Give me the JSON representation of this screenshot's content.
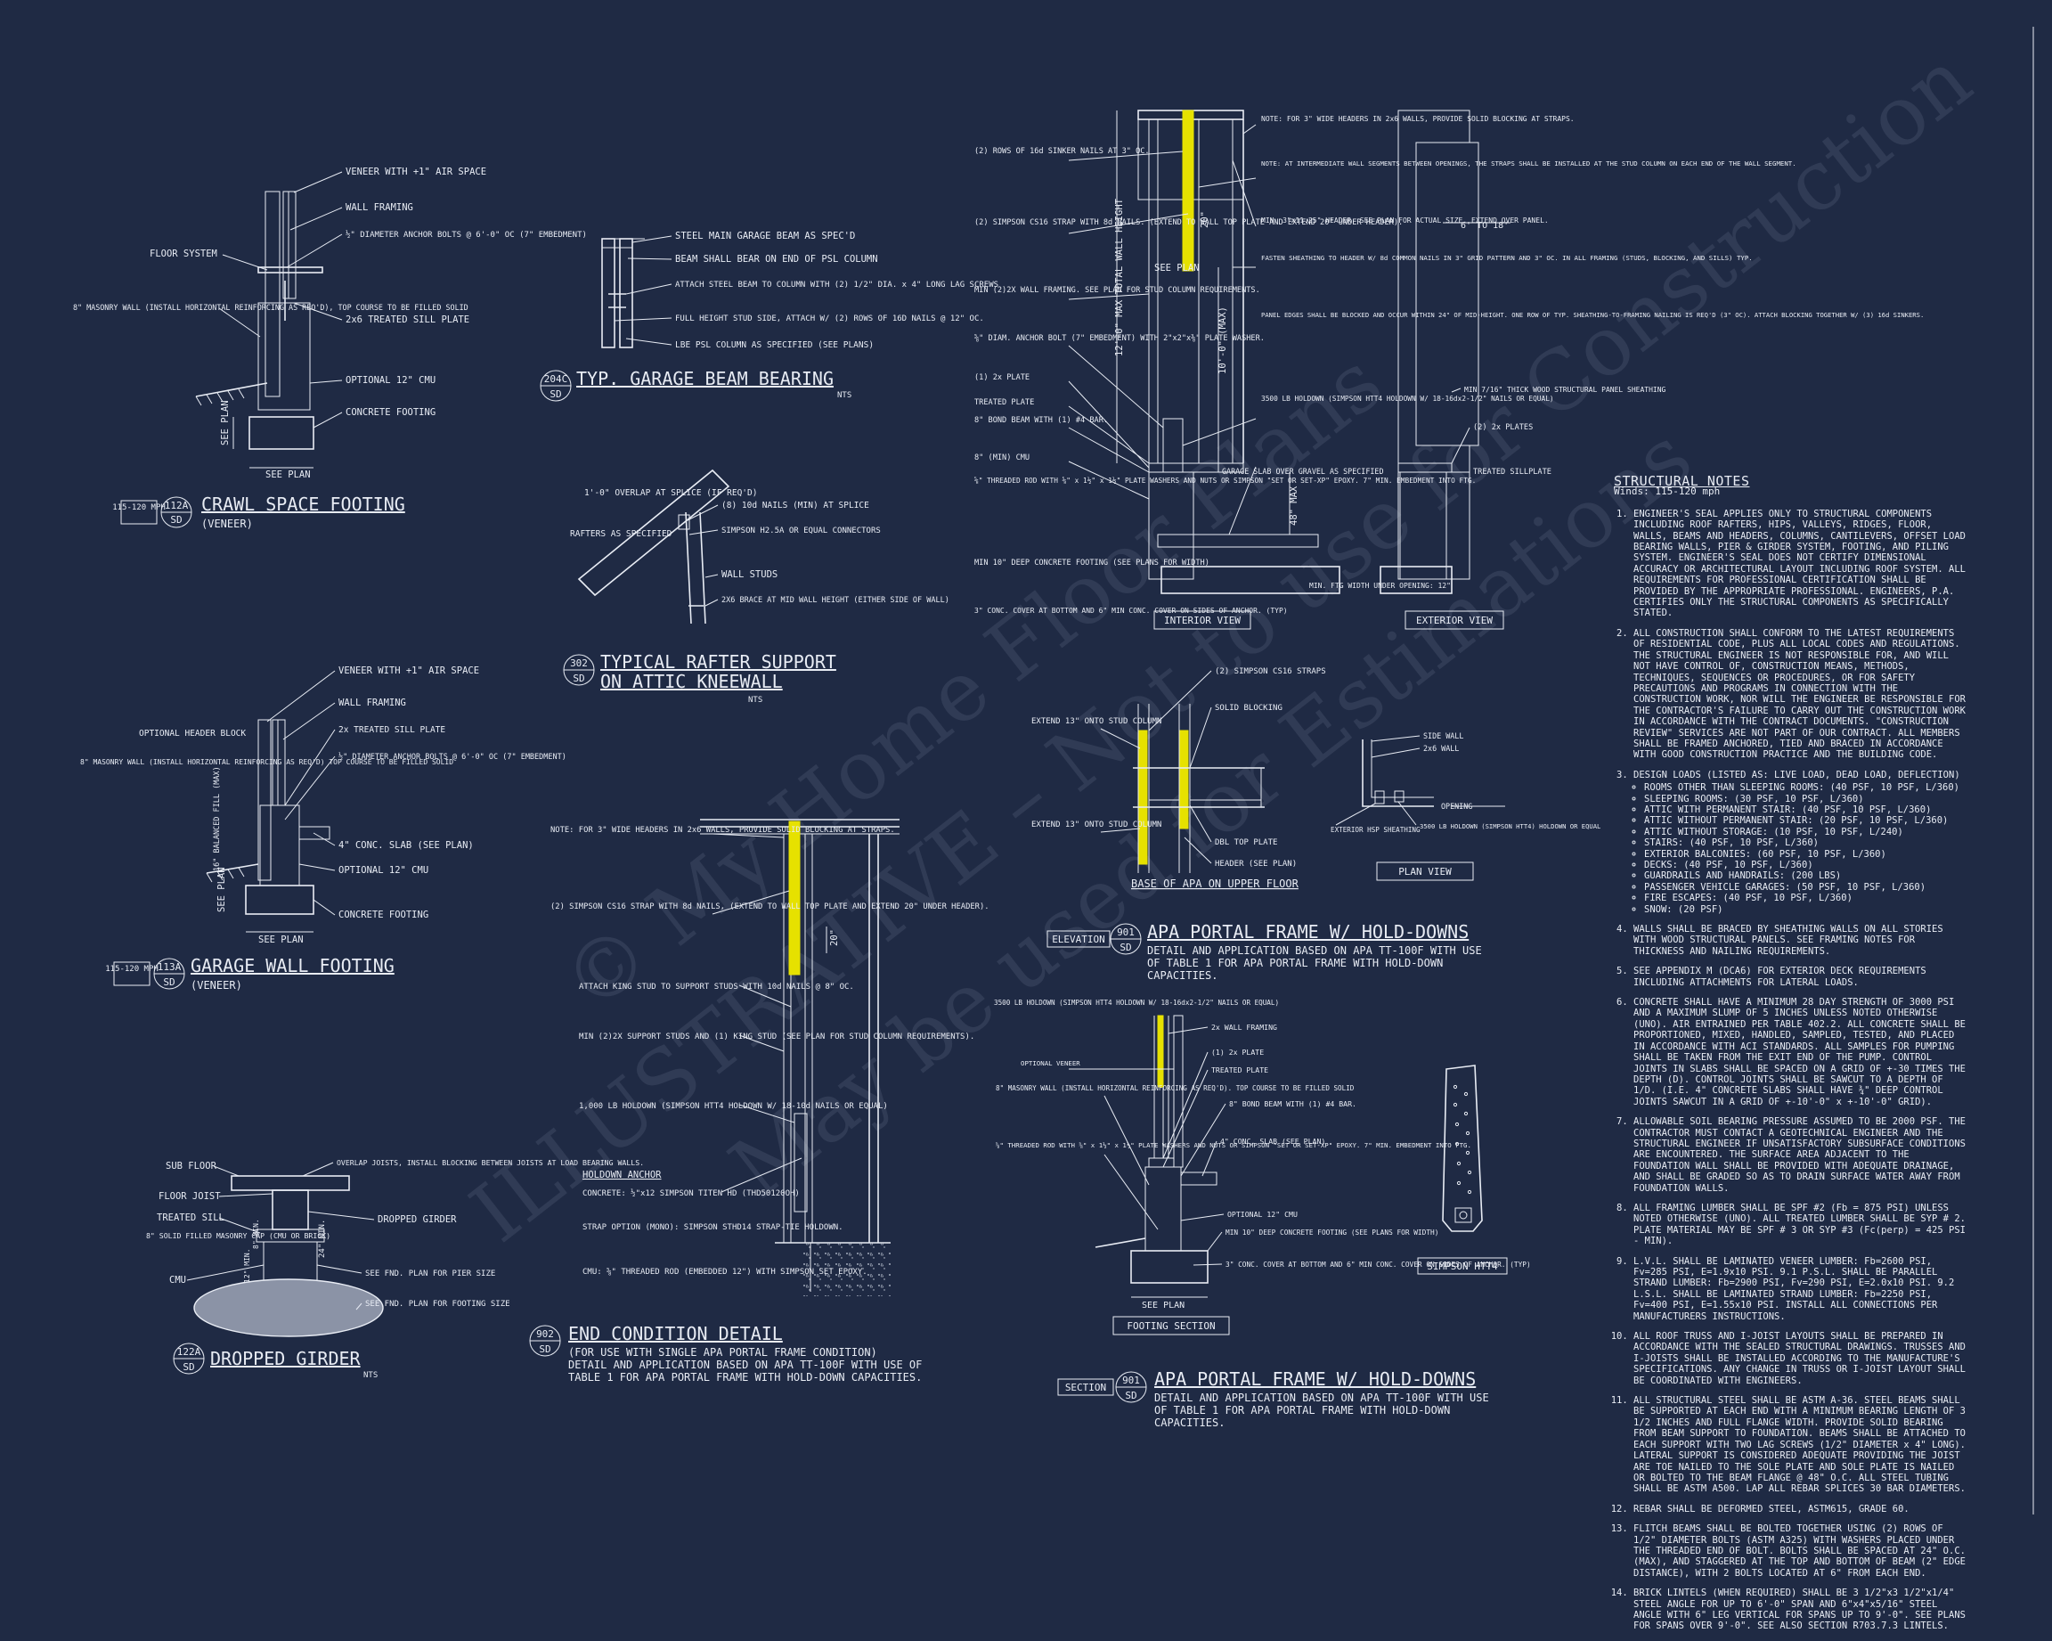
{
  "watermark": {
    "line1": "© My Home Floor Plans",
    "line2": "ILLUSTRATIVE – Not to use for Construction",
    "line3": "May be used for Estimations"
  },
  "crawl_space": {
    "title": "CRAWL SPACE FOOTING",
    "subtitle": "(VENEER)",
    "wind_tag": "115-120 MPH",
    "tag_num": "112A",
    "tag_sheet": "SD",
    "labels": [
      "VENEER WITH +1\" AIR SPACE",
      "WALL FRAMING",
      "½\" DIAMETER ANCHOR BOLTS @ 6'-0\" OC (7\" EMBEDMENT)",
      "FLOOR SYSTEM",
      "2x6 TREATED SILL PLATE",
      "8\" MASONRY WALL (INSTALL HORIZONTAL REINFORCING AS REQ'D), TOP COURSE TO BE FILLED SOLID",
      "OPTIONAL 12\" CMU",
      "CONCRETE FOOTING",
      "SEE PLAN",
      "SEE PLAN"
    ]
  },
  "garage_beam": {
    "title": "TYP. GARAGE BEAM BEARING",
    "nts": "NTS",
    "tag_num": "204C",
    "tag_sheet": "SD",
    "labels": [
      "STEEL MAIN GARAGE BEAM AS SPEC'D",
      "BEAM SHALL BEAR ON END OF PSL COLUMN",
      "ATTACH STEEL BEAM TO COLUMN WITH (2) 1/2\" DIA. x 4\" LONG LAG SCREWS",
      "FULL HEIGHT STUD SIDE, ATTACH W/ (2) ROWS OF 16D NAILS @ 12\" OC.",
      "LBE PSL COLUMN AS SPECIFIED (SEE PLANS)"
    ]
  },
  "rafter": {
    "title1": "TYPICAL RAFTER SUPPORT",
    "title2": "ON ATTIC KNEEWALL",
    "nts": "NTS",
    "tag_num": "302",
    "tag_sheet": "SD",
    "labels": [
      "1'-0\" OVERLAP AT SPLICE (IF REQ'D)",
      "RAFTERS AS SPECIFIED",
      "(8) 10d NAILS (MIN) AT SPLICE",
      "SIMPSON H2.5A OR EQUAL CONNECTORS",
      "WALL STUDS",
      "2X6 BRACE AT MID WALL HEIGHT (EITHER SIDE OF WALL)"
    ]
  },
  "garage_wall": {
    "title": "GARAGE WALL FOOTING",
    "subtitle": "(VENEER)",
    "wind_tag": "115-120 MPH",
    "tag_num": "113A",
    "tag_sheet": "SD",
    "labels": [
      "VENEER WITH +1\" AIR SPACE",
      "WALL FRAMING",
      "OPTIONAL HEADER BLOCK",
      "2x TREATED SILL PLATE",
      "8\" MASONRY WALL (INSTALL HORIZONTAL REINFORCING AS REQ'D) TOP COURSE TO BE FILLED SOLID",
      "½\" DIAMETER ANCHOR BOLTS @ 6'-0\" OC (7\" EMBEDMENT)",
      "4\" CONC. SLAB (SEE PLAN)",
      "OPTIONAL 12\" CMU",
      "CONCRETE FOOTING",
      "SEE PLAN",
      "16\" BALANCED FILL (MAX)",
      "SEE PLAN"
    ]
  },
  "girder": {
    "title": "DROPPED GIRDER",
    "nts": "NTS",
    "tag_num": "122A",
    "tag_sheet": "SD",
    "labels": [
      "SUB FLOOR",
      "OVERLAP JOISTS, INSTALL BLOCKING BETWEEN JOISTS AT LOAD BEARING WALLS.",
      "FLOOR JOIST",
      "TREATED SILL",
      "DROPPED GIRDER",
      "8\" SOLID FILLED MASONRY CAP (CMU OR BRICK)",
      "CMU",
      "SEE FND. PLAN FOR PIER SIZE",
      "SEE FND. PLAN FOR FOOTING SIZE",
      "24\" MIN.",
      "8\" MIN.",
      "12\" MIN."
    ]
  },
  "end_condition": {
    "title": "END CONDITION DETAIL",
    "desc": [
      "(FOR USE WITH SINGLE APA PORTAL FRAME CONDITION)",
      "DETAIL AND APPLICATION BASED ON APA TT-100F WITH USE OF",
      "TABLE 1 FOR APA PORTAL FRAME WITH HOLD-DOWN CAPACITIES."
    ],
    "tag_num": "902",
    "tag_sheet": "SD",
    "labels": [
      "NOTE: FOR 3\" WIDE HEADERS IN 2x6 WALLS, PROVIDE SOLID BLOCKING AT STRAPS.",
      "(2) SIMPSON CS16 STRAP WITH 8d NAILS, (EXTEND TO WALL TOP PLATE AND EXTEND 20\" UNDER HEADER).",
      "ATTACH KING STUD TO SUPPORT STUDS WITH 10d NAILS @ 8\" OC.",
      "MIN (2)2X SUPPORT STUDS AND (1) KING STUD (SEE PLAN FOR STUD COLUMN REQUIREMENTS).",
      "1,000 LB HOLDOWN (SIMPSON HTT4 HOLDOWN W/ 18-10d NAILS OR EQUAL)",
      "HOLDOWN ANCHOR",
      "CONCRETE: ½\"x12 SIMPSON TITEN HD (THD50120OH)",
      "STRAP OPTION (MONO): SIMPSON STHD14 STRAP-TIE HOLDOWN.",
      "CMU: ⅝\" THREADED ROD (EMBEDDED 12\") WITH SIMPSON SET EPOXY.",
      "20\""
    ]
  },
  "portal_elev": {
    "labels_left": [
      "(2) ROWS OF 16d SINKER NAILS AT 3\" OC.",
      "(2) SIMPSON CS16 STRAP WITH 8d NAILS. (EXTEND TO WALL TOP PLATE AND EXTEND 20\" UNDER HEADER).",
      "MIN (2)2X WALL FRAMING. SEE PLAN FOR STUD COLUMN REQUIREMENTS.",
      "⅝\" DIAM. ANCHOR BOLT (7\" EMBEDMENT) WITH 2\"x2\"x⅜\" PLATE WASHER.",
      "(1) 2x PLATE",
      "TREATED PLATE",
      "8\" BOND BEAM WITH (1) #4 BAR.",
      "8\" (MIN) CMU",
      "⅝\" THREADED ROD WITH ⅝\" x 1½\" x 1½\" PLATE WASHERS AND NUTS OR SIMPSON \"SET OR SET-XP\" EPOXY. 7\" MIN. EMBEDMENT INTO FTG.",
      "MIN 10\" DEEP CONCRETE FOOTING (SEE PLANS FOR WIDTH)",
      "3\" CONC. COVER AT BOTTOM AND 6\" MIN CONC. COVER ON SIDES OF ANCHOR. (TYP)"
    ],
    "labels_right": [
      "NOTE: FOR 3\" WIDE HEADERS IN 2x6 WALLS, PROVIDE SOLID BLOCKING AT STRAPS.",
      "NOTE: AT INTERMEDIATE WALL SEGMENTS BETWEEN OPENINGS, THE STRAPS SHALL BE INSTALLED AT THE STUD COLUMN ON EACH END OF THE WALL SEGMENT.",
      "MIN. 3\"x11.25\" HEADER. SEE PLAN FOR ACTUAL SIZE. EXTEND OVER PANEL.",
      "FASTEN SHEATHING TO HEADER W/ 8d COMMON NAILS IN 3\" GRID PATTERN AND 3\" OC. IN ALL FRAMING (STUDS, BLOCKING, AND SILLS) TYP.",
      "PANEL EDGES SHALL BE BLOCKED AND OCCUR WITHIN 24\" OF MID-HEIGHT. ONE ROW OF TYP. SHEATHING-TO-FRAMING NAILING IS REQ'D (3\" OC). ATTACH BLOCKING TOGETHER W/ (3) 16d SINKERS.",
      "3500 LB HOLDOWN (SIMPSON HTT4 HOLDOWN W/ 18-16dx2-1/2\" NAILS OR EQUAL)",
      "GARAGE SLAB OVER GRAVEL AS SPECIFIED",
      "MIN. FTG WIDTH UNDER OPENING: 12\"",
      "MIN 7/16\" THICK WOOD STRUCTURAL PANEL SHEATHING",
      "(2) 2x PLATES",
      "TREATED SILLPLATE",
      "6' TO 18'"
    ],
    "dims": [
      "12'-0\" MAX TOTAL WALL HEIGHT",
      "10'-0\" (MAX)",
      "20\"",
      "48\" MAX",
      "SEE PLAN"
    ],
    "interior_view": "INTERIOR VIEW",
    "exterior_view": "EXTERIOR VIEW"
  },
  "portal_base": {
    "title": "BASE OF APA ON UPPER FLOOR",
    "labels": [
      "(2) SIMPSON CS16 STRAPS",
      "SOLID BLOCKING",
      "EXTEND 13\" ONTO STUD COLUMN",
      "EXTEND 13\" ONTO STUD COLUMN",
      "DBL TOP PLATE",
      "HEADER (SEE PLAN)"
    ],
    "plan_labels": [
      "SIDE WALL",
      "2x6 WALL",
      "OPENING",
      "EXTERIOR HSP SHEATHING",
      "3500 LB HOLDOWN (SIMPSON HTT4) HOLDOWN OR EQUAL"
    ],
    "plan_view": "PLAN VIEW"
  },
  "portal_elev_title": {
    "badge": "ELEVATION",
    "tag_num": "901",
    "tag_sheet": "SD",
    "title": "APA PORTAL FRAME W/ HOLD-DOWNS",
    "desc": [
      "DETAIL AND APPLICATION BASED ON APA TT-100F WITH USE",
      "OF TABLE 1 FOR APA PORTAL FRAME WITH HOLD-DOWN",
      "CAPACITIES."
    ]
  },
  "portal_section": {
    "labels": [
      "3500 LB HOLDOWN (SIMPSON HTT4 HOLDOWN W/ 18-16dx2-1/2\" NAILS OR EQUAL)",
      "2x WALL FRAMING",
      "OPTIONAL VENEER",
      "(1) 2x PLATE",
      "TREATED PLATE",
      "8\" MASONRY WALL (INSTALL HORIZONTAL REINFORCING AS REQ'D). TOP COURSE TO BE FILLED SOLID",
      "8\" BOND BEAM WITH (1) #4 BAR.",
      "⅝\" THREADED ROD WITH ⅝\" x 1½\" x 1½\" PLATE WASHERS AND NUTS OR SIMPSON \"SET OR SET-XP\" EPOXY. 7\" MIN. EMBEDMENT INTO FTG.",
      "4\" CONC. SLAB (SEE PLAN)",
      "OPTIONAL 12\" CMU",
      "MIN 10\" DEEP CONCRETE FOOTING (SEE PLANS FOR WIDTH)",
      "3\" CONC. COVER AT BOTTOM AND 6\" MIN CONC. COVER ON SIDES OF ANCHOR. (TYP)",
      "SEE PLAN"
    ],
    "footing_section": "FOOTING SECTION",
    "simpson": "SIMPSON HTT4"
  },
  "portal_section_title": {
    "badge": "SECTION",
    "tag_num": "901",
    "tag_sheet": "SD",
    "title": "APA PORTAL FRAME W/ HOLD-DOWNS",
    "desc": [
      "DETAIL AND APPLICATION BASED ON APA TT-100F WITH USE",
      "OF TABLE 1 FOR APA PORTAL FRAME WITH HOLD-DOWN",
      "CAPACITIES."
    ]
  },
  "structural_notes": {
    "title": "STRUCTURAL NOTES",
    "wind": "Winds: 115-120 mph",
    "items": [
      "ENGINEER'S SEAL APPLIES ONLY TO STRUCTURAL COMPONENTS INCLUDING ROOF RAFTERS, HIPS, VALLEYS, RIDGES, FLOOR, WALLS, BEAMS AND HEADERS, COLUMNS, CANTILEVERS, OFFSET LOAD BEARING WALLS, PIER & GIRDER SYSTEM, FOOTING, AND PILING SYSTEM. ENGINEER'S SEAL DOES NOT CERTIFY DIMENSIONAL ACCURACY OR ARCHITECTURAL LAYOUT INCLUDING ROOF SYSTEM. ALL REQUIREMENTS FOR PROFESSIONAL CERTIFICATION SHALL BE PROVIDED BY THE APPROPRIATE PROFESSIONAL. ENGINEERS, P.A. CERTIFIES ONLY THE STRUCTURAL COMPONENTS AS SPECIFICALLY STATED.",
      "ALL CONSTRUCTION SHALL CONFORM TO THE LATEST REQUIREMENTS OF RESIDENTIAL CODE, PLUS ALL LOCAL CODES AND REGULATIONS. THE STRUCTURAL ENGINEER IS NOT RESPONSIBLE FOR, AND WILL NOT HAVE CONTROL OF, CONSTRUCTION MEANS, METHODS, TECHNIQUES, SEQUENCES OR PROCEDURES, OR FOR SAFETY PRECAUTIONS AND PROGRAMS IN CONNECTION WITH THE CONSTRUCTION WORK, NOR WILL THE ENGINEER BE RESPONSIBLE FOR THE CONTRACTOR'S FAILURE TO CARRY OUT THE CONSTRUCTION WORK IN ACCORDANCE WITH THE CONTRACT DOCUMENTS. \"CONSTRUCTION REVIEW\" SERVICES ARE NOT PART OF OUR CONTRACT. ALL MEMBERS SHALL BE FRAMED ANCHORED, TIED AND BRACED IN ACCORDANCE WITH GOOD CONSTRUCTION PRACTICE AND THE BUILDING CODE.",
      "DESIGN LOADS (LISTED AS: LIVE LOAD, DEAD LOAD, DEFLECTION)",
      "WALLS SHALL BE BRACED BY SHEATHING WALLS ON ALL STORIES WITH WOOD STRUCTURAL PANELS. SEE FRAMING NOTES FOR THICKNESS AND NAILING REQUIREMENTS.",
      "SEE APPENDIX M (DCA6) FOR EXTERIOR DECK REQUIREMENTS INCLUDING ATTACHMENTS FOR LATERAL LOADS.",
      "CONCRETE SHALL HAVE A MINIMUM 28 DAY STRENGTH OF 3000 PSI AND A MAXIMUM SLUMP OF 5 INCHES UNLESS NOTED OTHERWISE (UNO). AIR ENTRAINED PER TABLE 402.2. ALL CONCRETE SHALL BE PROPORTIONED, MIXED, HANDLED, SAMPLED, TESTED, AND PLACED IN ACCORDANCE WITH ACI STANDARDS. ALL SAMPLES FOR PUMPING SHALL BE TAKEN FROM THE EXIT END OF THE PUMP. CONTROL JOINTS IN SLABS SHALL BE SPACED ON A GRID OF +-30 TIMES THE DEPTH (D). CONTROL JOINTS SHALL BE SAWCUT TO A DEPTH OF 1/D. (I.E. 4\" CONCRETE SLABS SHALL HAVE ¾\" DEEP CONTROL JOINTS SAWCUT IN A GRID OF +-10'-0\" x +-10'-0\" GRID).",
      "ALLOWABLE SOIL BEARING PRESSURE ASSUMED TO BE 2000 PSF. THE CONTRACTOR MUST CONTACT A GEOTECHNICAL ENGINEER AND THE STRUCTURAL ENGINEER IF UNSATISFACTORY SUBSURFACE CONDITIONS ARE ENCOUNTERED. THE SURFACE AREA ADJACENT TO THE FOUNDATION WALL SHALL BE PROVIDED WITH ADEQUATE DRAINAGE, AND SHALL BE GRADED SO AS TO DRAIN SURFACE WATER AWAY FROM FOUNDATION WALLS.",
      "ALL FRAMING LUMBER SHALL BE SPF #2 (Fb = 875 PSI) UNLESS NOTED OTHERWISE (UNO). ALL TREATED LUMBER SHALL BE SYP # 2. PLATE MATERIAL MAY BE SPF # 3 OR SYP #3 (Fc(perp) = 425 PSI - MIN).",
      "L.V.L. SHALL BE LAMINATED VENEER LUMBER: Fb=2600 PSI, Fv=285 PSI, E=1.9x10 PSI. 9.1 P.S.L. SHALL BE PARALLEL STRAND LUMBER: Fb=2900 PSI, Fv=290 PSI, E=2.0x10 PSI. 9.2 L.S.L. SHALL BE LAMINATED STRAND LUMBER: Fb=2250 PSI, Fv=400 PSI, E=1.55x10 PSI. INSTALL ALL CONNECTIONS PER MANUFACTURERS INSTRUCTIONS.",
      "ALL ROOF TRUSS AND I-JOIST LAYOUTS SHALL BE PREPARED IN ACCORDANCE WITH THE SEALED STRUCTURAL DRAWINGS. TRUSSES AND I-JOISTS SHALL BE INSTALLED ACCORDING TO THE MANUFACTURE'S SPECIFICATIONS. ANY CHANGE IN TRUSS OR I-JOIST LAYOUT SHALL BE COORDINATED WITH ENGINEERS.",
      "ALL STRUCTURAL STEEL SHALL BE ASTM A-36. STEEL BEAMS SHALL BE SUPPORTED AT EACH END WITH A MINIMUM BEARING LENGTH OF 3 1/2 INCHES AND FULL FLANGE WIDTH. PROVIDE SOLID BEARING FROM BEAM SUPPORT TO FOUNDATION. BEAMS SHALL BE ATTACHED TO EACH SUPPORT WITH TWO LAG SCREWS (1/2\" DIAMETER x 4\" LONG). LATERAL SUPPORT IS CONSIDERED ADEQUATE PROVIDING THE JOIST ARE TOE NAILED TO THE SOLE PLATE AND SOLE PLATE IS NAILED OR BOLTED TO THE BEAM FLANGE @ 48\" O.C. ALL STEEL TUBING SHALL BE ASTM A500. LAP ALL REBAR SPLICES 30 BAR DIAMETERS.",
      "REBAR SHALL BE DEFORMED STEEL, ASTM615, GRADE 60.",
      "FLITCH BEAMS SHALL BE BOLTED TOGETHER USING (2) ROWS OF 1/2\" DIAMETER BOLTS (ASTM A325) WITH WASHERS PLACED UNDER THE THREADED END OF BOLT. BOLTS SHALL BE SPACED AT 24\" O.C. (MAX), AND STAGGERED AT THE TOP AND BOTTOM OF BEAM (2\" EDGE DISTANCE), WITH 2 BOLTS LOCATED AT 6\" FROM EACH END.",
      "BRICK LINTELS (WHEN REQUIRED) SHALL BE 3 1/2\"x3 1/2\"x1/4\" STEEL ANGLE FOR UP TO 6'-0\" SPAN AND 6\"x4\"x5/16\" STEEL ANGLE WITH 6\" LEG VERTICAL FOR SPANS UP TO 9'-0\". SEE PLANS FOR SPANS OVER 9'-0\". SEE ALSO SECTION R703.7.3 LINTELS."
    ],
    "loads": [
      "ROOMS OTHER THAN SLEEPING ROOMS: (40 PSF, 10 PSF, L/360)",
      "SLEEPING ROOMS: (30 PSF, 10 PSF, L/360)",
      "ATTIC WITH PERMANENT STAIR: (40 PSF, 10 PSF, L/360)",
      "ATTIC WITHOUT PERMANENT STAIR: (20 PSF, 10 PSF, L/360)",
      "ATTIC WITHOUT STORAGE: (10 PSF, 10 PSF, L/240)",
      "STAIRS: (40 PSF, 10 PSF, L/360)",
      "EXTERIOR BALCONIES: (60 PSF, 10 PSF, L/360)",
      "DECKS: (40 PSF, 10 PSF, L/360)",
      "GUARDRAILS AND HANDRAILS: (200 LBS)",
      "PASSENGER VEHICLE GARAGES: (50 PSF, 10 PSF, L/360)",
      "FIRE ESCAPES: (40 PSF, 10 PSF, L/360)",
      "SNOW: (20 PSF)"
    ]
  }
}
